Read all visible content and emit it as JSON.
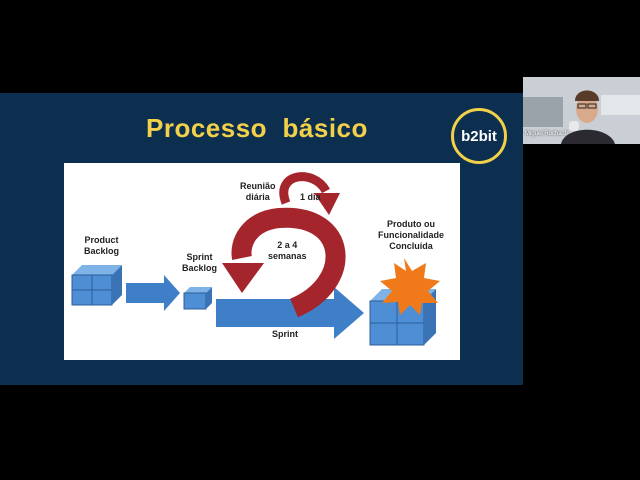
{
  "slide": {
    "title": "Processo  básico",
    "logo_text": "b2bit"
  },
  "diagram": {
    "labels": {
      "product_backlog": "Product\nBacklog",
      "sprint_backlog": "Sprint\nBacklog",
      "reuniao": "Reunião\ndiária",
      "um_dia": "1 dia",
      "semanas": "2 a 4\nsemanas",
      "sprint": "Sprint",
      "produto": "Produto ou\nFuncionalidade\nConcluída"
    }
  },
  "participant": {
    "name": "Miguel Rocha Jr"
  },
  "colors": {
    "slide_bg": "#0c2e4f",
    "title": "#f2d04a",
    "arrow_blue": "#3f7fc8",
    "arrow_red": "#a4262c",
    "burst": "#f07a1a"
  }
}
